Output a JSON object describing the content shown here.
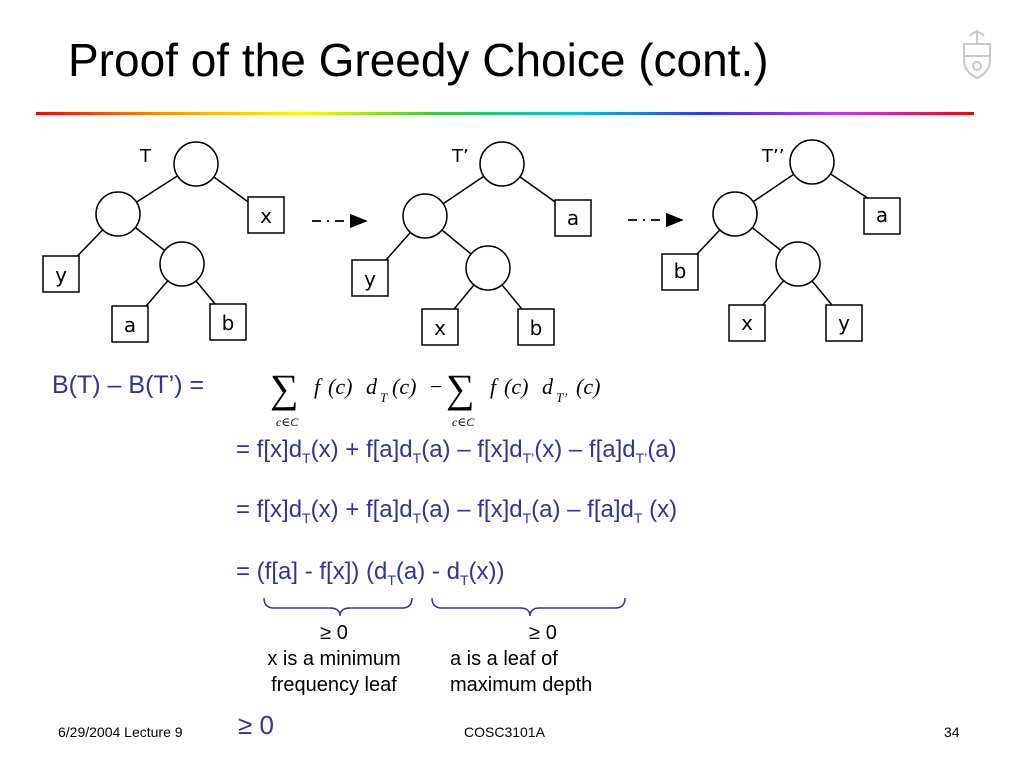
{
  "slide": {
    "title": "Proof of the Greedy Choice (cont.)"
  },
  "trees": [
    {
      "label": "T",
      "leaves": [
        "x",
        "y",
        "a",
        "b"
      ]
    },
    {
      "label": "T’",
      "leaves": [
        "a",
        "y",
        "x",
        "b"
      ]
    },
    {
      "label": "T’’",
      "leaves": [
        "a",
        "b",
        "x",
        "y"
      ]
    }
  ],
  "equation": {
    "lhs": "B(T) – B(T’) =",
    "sum": {
      "symbol": "∑",
      "subscript": "c∈C",
      "minus": "−",
      "term1": {
        "f": "f",
        "c": "(c)",
        "d": "d",
        "sub": "T",
        "arg": "(c)"
      },
      "term2": {
        "f": "f",
        "c": "(c)",
        "d": "d",
        "sub": "T’",
        "arg": "(c)"
      }
    },
    "line2": {
      "p1": "= f[x]d",
      "s1": "T",
      "p2": "(x) + f[a]d",
      "s2": "T",
      "p3": "(a) – f[x]d",
      "s3": "T’",
      "p4": "(x) – f[a]d",
      "s4": "T’",
      "p5": "(a)"
    },
    "line3": {
      "p1": "= f[x]d",
      "s1": "T",
      "p2": "(x) + f[a]d",
      "s2": "T",
      "p3": "(a) – f[x]d",
      "s3": "T",
      "p4": "(a) – f[a]d",
      "s4": "T",
      "p5": " (x)"
    },
    "line4": {
      "p1": "= (f[a] - f[x]) (d",
      "s1": "T",
      "p2": "(a) - d",
      "s2": "T",
      "p3": "(x))"
    }
  },
  "notes": {
    "left": {
      "sign": "≥ 0",
      "line1": "x is a minimum",
      "line2": "frequency leaf"
    },
    "right": {
      "sign": "≥ 0",
      "line1": "a is a leaf of",
      "line2": "maximum depth"
    }
  },
  "conclusion": "≥ 0",
  "footer": {
    "date_lecture": "6/29/2004 Lecture 9",
    "course": "COSC3101A",
    "page": "34"
  },
  "colors": {
    "equation_text": "#333399",
    "title_text": "#000000"
  },
  "icons": {
    "crest": "university-crest-icon",
    "arrow": "dashed-arrow-icon"
  }
}
